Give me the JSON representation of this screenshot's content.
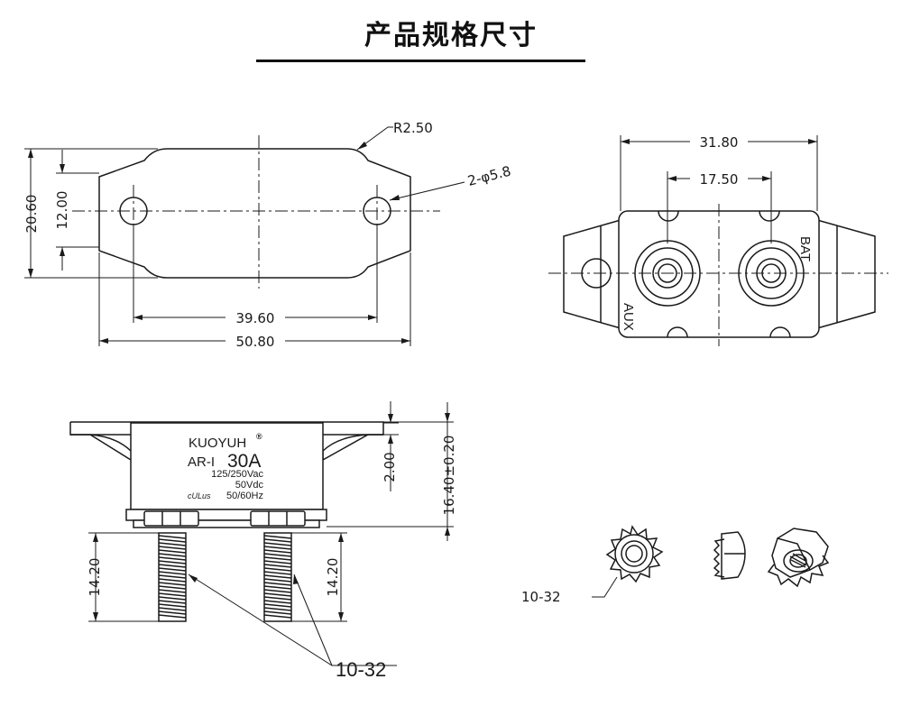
{
  "title": "产品规格尺寸",
  "top_view": {
    "radius_label": "R2.50",
    "hole_label": "2-φ5.8",
    "height_overall": "20.60",
    "height_inner": "12.00",
    "hole_spacing": "39.60",
    "width_overall": "50.80"
  },
  "end_view": {
    "width_overall": "31.80",
    "terminal_spacing": "17.50",
    "terminal_bat": "BAT",
    "terminal_aux": "AUX"
  },
  "side_view": {
    "brand": "KUOYUH",
    "registered": "®",
    "model": "AR-I",
    "rating": "30A",
    "spec_ac": "125/250Vac",
    "spec_dc": "50Vdc",
    "spec_freq": "50/60Hz",
    "cert_mark": "cULus",
    "flange_height": "2.00",
    "body_height": "16.40±0.20",
    "stud_length_left": "14.20",
    "stud_length_right": "14.20",
    "thread_label": "10-32"
  },
  "nut_view": {
    "thread_label": "10-32"
  }
}
